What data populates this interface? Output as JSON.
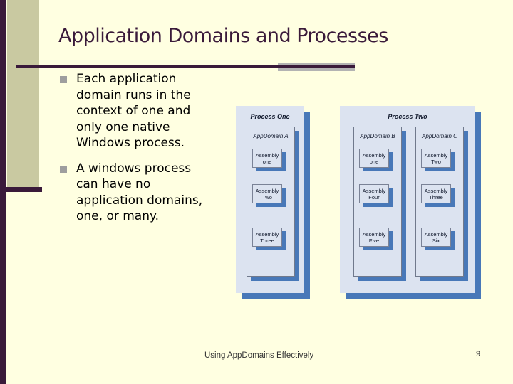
{
  "slide": {
    "title": "Application Domains and Processes",
    "footer": "Using AppDomains Effectively",
    "page_number": "9",
    "bullets": [
      {
        "text": "Each application domain runs in the context of one and only one native Windows process.",
        "lines": [
          "Each application",
          "domain runs in the",
          "context of one and",
          "only one native",
          "Windows process."
        ]
      },
      {
        "text": "A windows process can have no application domains, one, or many.",
        "lines": [
          "A windows process",
          "can have no",
          "application domains,",
          "one, or many."
        ]
      }
    ]
  },
  "diagram": {
    "processes": [
      {
        "title": "Process One",
        "appdomains": [
          {
            "label": "AppDomain A",
            "assemblies": [
              "Assembly one",
              "Assembly Two",
              "Assembly Three"
            ]
          }
        ]
      },
      {
        "title": "Process Two",
        "appdomains": [
          {
            "label": "AppDomain B",
            "assemblies": [
              "Assembly one",
              "Assembly Four",
              "Assembly Five"
            ]
          },
          {
            "label": "AppDomain C",
            "assemblies": [
              "Assembly Two",
              "Assembly Three",
              "Assembly Six"
            ]
          }
        ]
      }
    ]
  },
  "colors": {
    "slide_background": "#FFFFE1",
    "accent_maroon": "#3A1A3A",
    "accent_tan": "#C9C9A1",
    "rule_gray": "#B3B3B3",
    "bullet_gray": "#9E9E9E",
    "panel_background": "#DCE3F0",
    "shadow_blue": "#4878B8"
  }
}
